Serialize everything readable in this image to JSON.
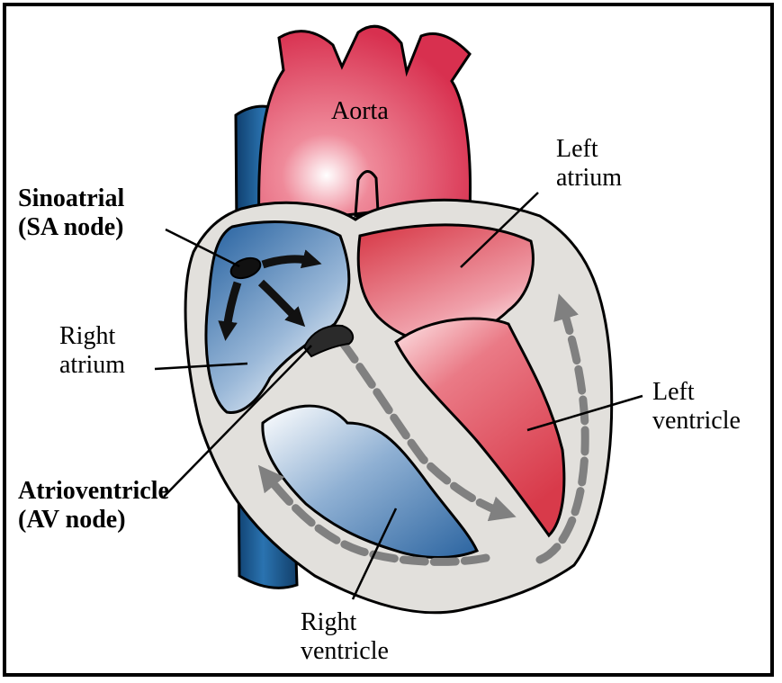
{
  "labels": {
    "aorta": "Aorta",
    "left_atrium": [
      "Left",
      "atrium"
    ],
    "sa_node": [
      "Sinoatrial",
      "(SA node)"
    ],
    "right_atrium": [
      "Right",
      "atrium"
    ],
    "left_ventricle": [
      "Left",
      "ventricle"
    ],
    "av_node": [
      "Atrioventricle",
      "(AV node)"
    ],
    "right_ventricle": [
      "Right",
      "ventricle"
    ]
  },
  "colors": {
    "aorta": "#d8304f",
    "vena_cava": "#1d5e96",
    "right_side_blue": "#2f6aa6",
    "left_side_red": "#dd4453",
    "heart_wall": "#e2e0dc",
    "conduction_path": "#808080",
    "border": "#000000"
  }
}
